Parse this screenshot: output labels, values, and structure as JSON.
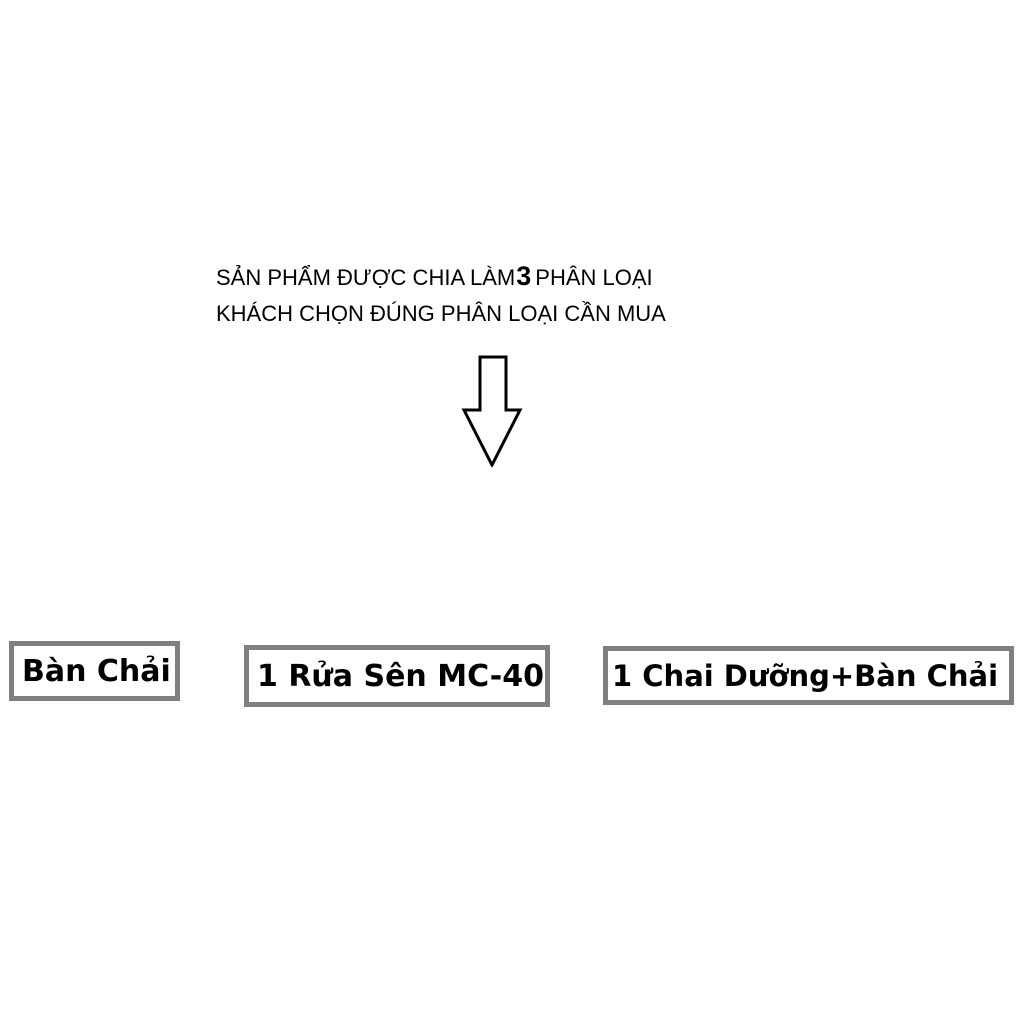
{
  "instruction": {
    "line1_prefix": "SẢN PHẨM ĐƯỢC CHIA LÀM",
    "line1_number": "3",
    "line1_suffix": "PHÂN LOẠI",
    "line2": "KHÁCH CHỌN ĐÚNG PHÂN LOẠI CẦN MUA"
  },
  "arrow": {
    "icon": "down-arrow-icon"
  },
  "options": [
    {
      "label": "Bàn Chải"
    },
    {
      "label": "1 Rửa Sên MC-40"
    },
    {
      "label": "1 Chai Dưỡng+Bàn Chải"
    }
  ],
  "colors": {
    "box_border": "#808080",
    "text": "#000000",
    "background": "#ffffff"
  }
}
